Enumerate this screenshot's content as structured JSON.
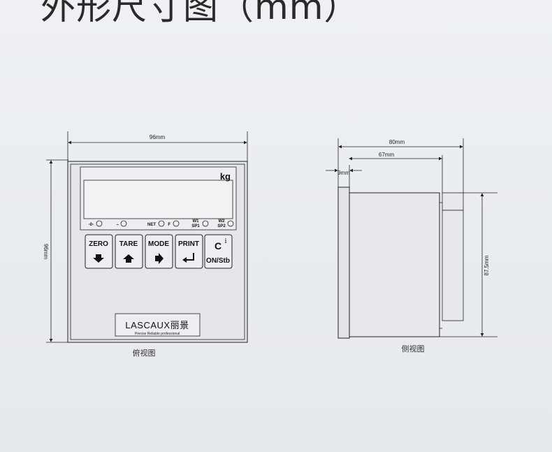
{
  "heading": "外形尺寸图（mm）",
  "front_view": {
    "caption": "俯视图",
    "width_label": "96mm",
    "height_label": "96mm",
    "unit_label": "kg",
    "indicators": [
      "-0-",
      "~",
      "NET",
      "F",
      "W1\nSP1",
      "W2\nSP2"
    ],
    "keys": [
      {
        "top": "ZERO",
        "bottom": "down-arrow-icon"
      },
      {
        "top": "TARE",
        "bottom": "up-arrow-icon"
      },
      {
        "top": "MODE",
        "bottom": "right-arrow-icon"
      },
      {
        "top": "PRINT",
        "bottom": "enter-icon"
      },
      {
        "top": "C",
        "sup": "i",
        "bottom": "ON/Stb"
      }
    ],
    "brand": "LASCAUX丽景",
    "tagline": "Precise Reliable professional"
  },
  "side_view": {
    "caption": "侧视图",
    "depth_total": "80mm",
    "depth_body": "67mm",
    "bezel": "9mm",
    "height": "87.5mm"
  }
}
